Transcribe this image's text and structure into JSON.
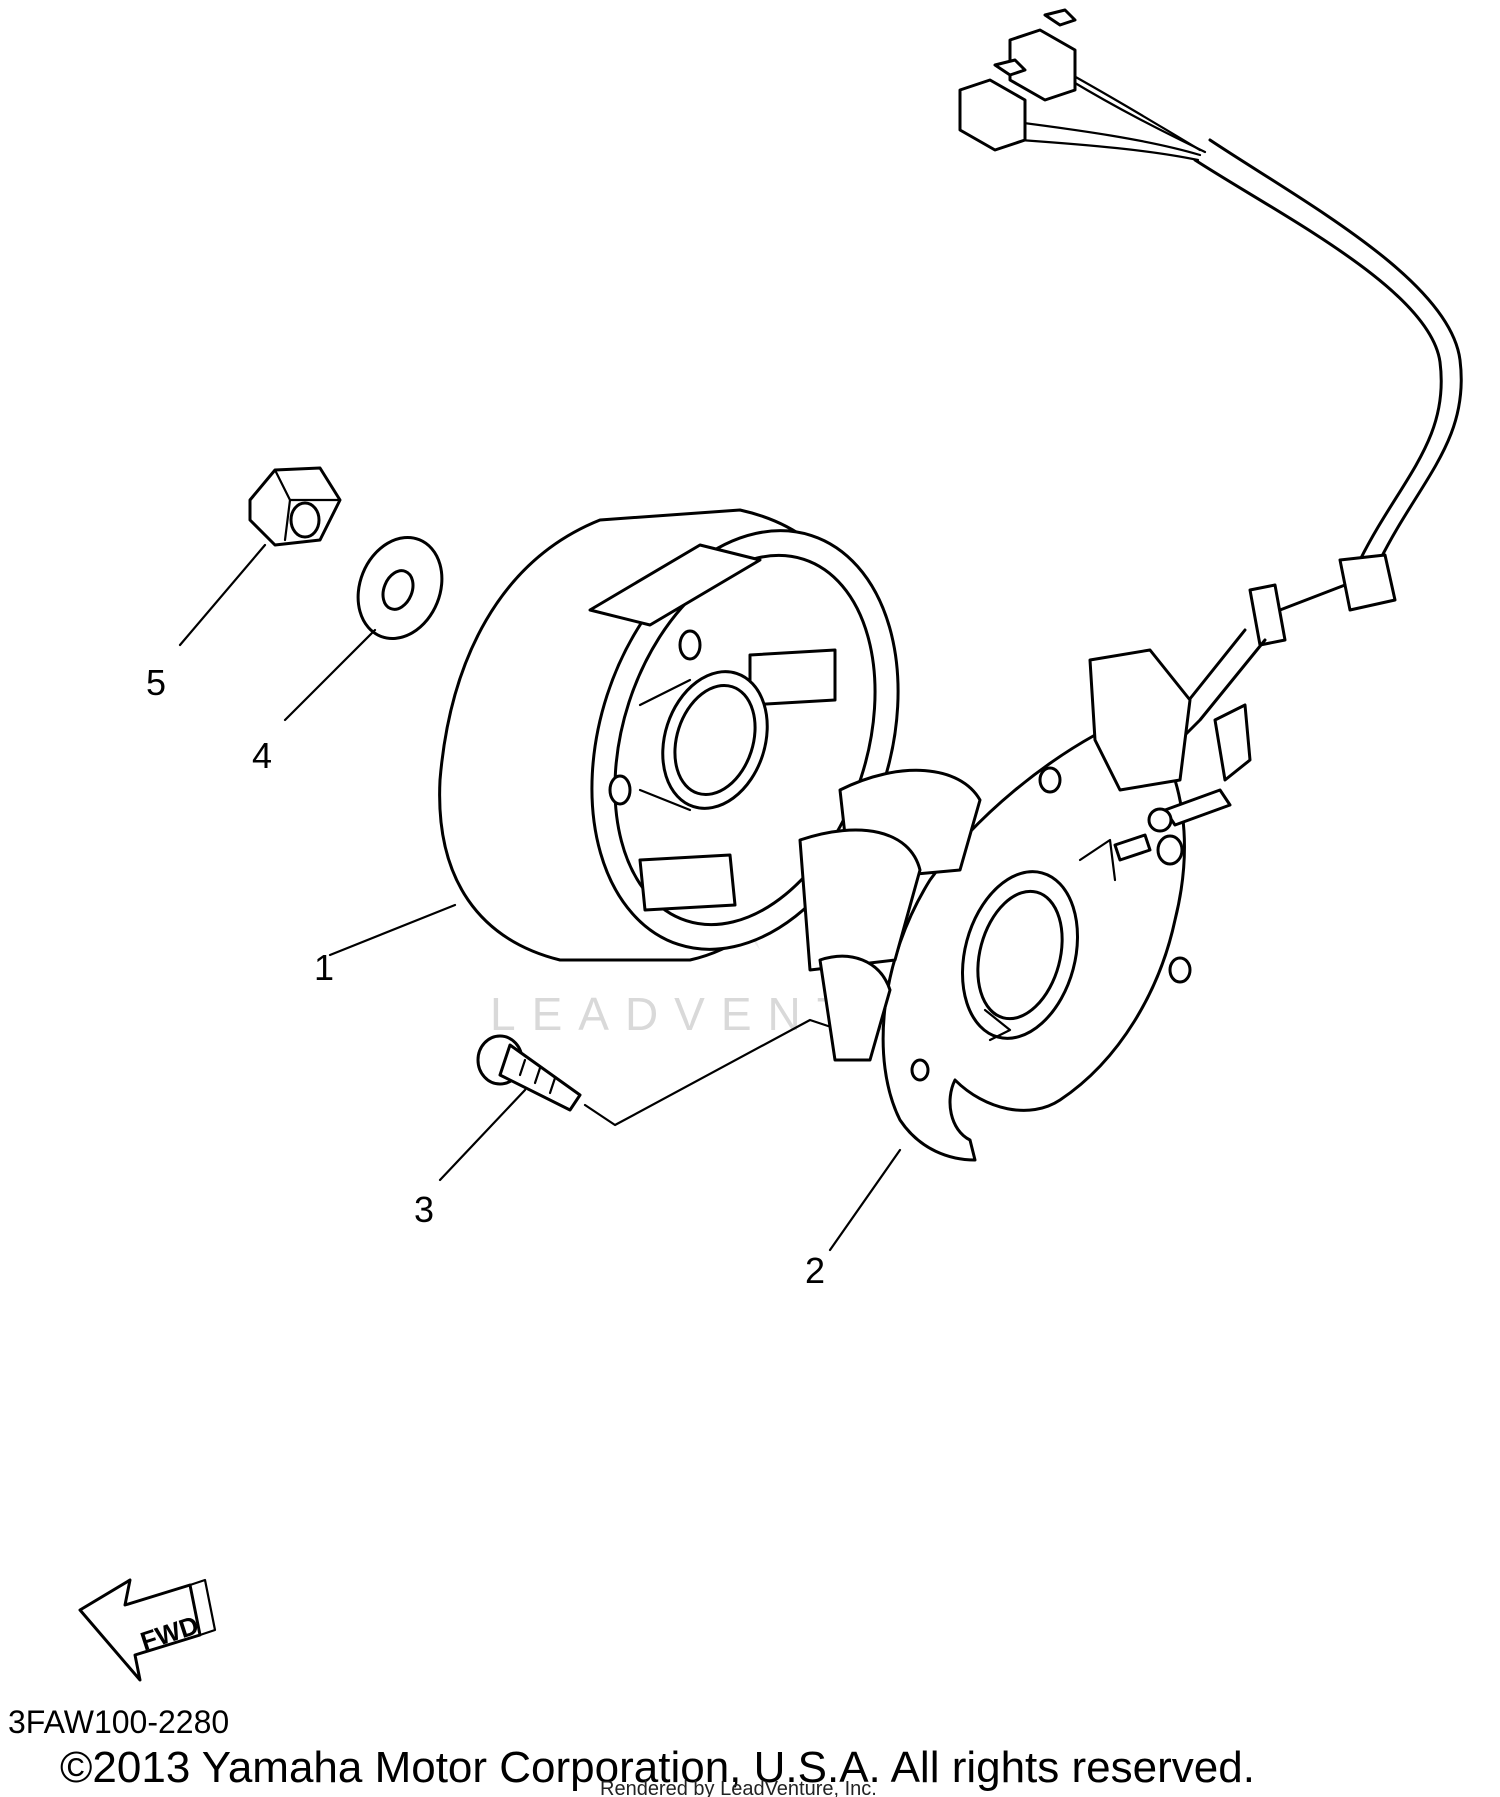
{
  "diagram": {
    "callouts": [
      "1",
      "2",
      "3",
      "4",
      "5"
    ],
    "watermark_text": "LEADVENTURE",
    "fwd_label": "FWD",
    "drawing_code": "3FAW100-2280",
    "copyright": "©2013 Yamaha Motor Corporation, U.S.A. All rights reserved.",
    "rendered_by": "Rendered by LeadVenture, Inc."
  }
}
